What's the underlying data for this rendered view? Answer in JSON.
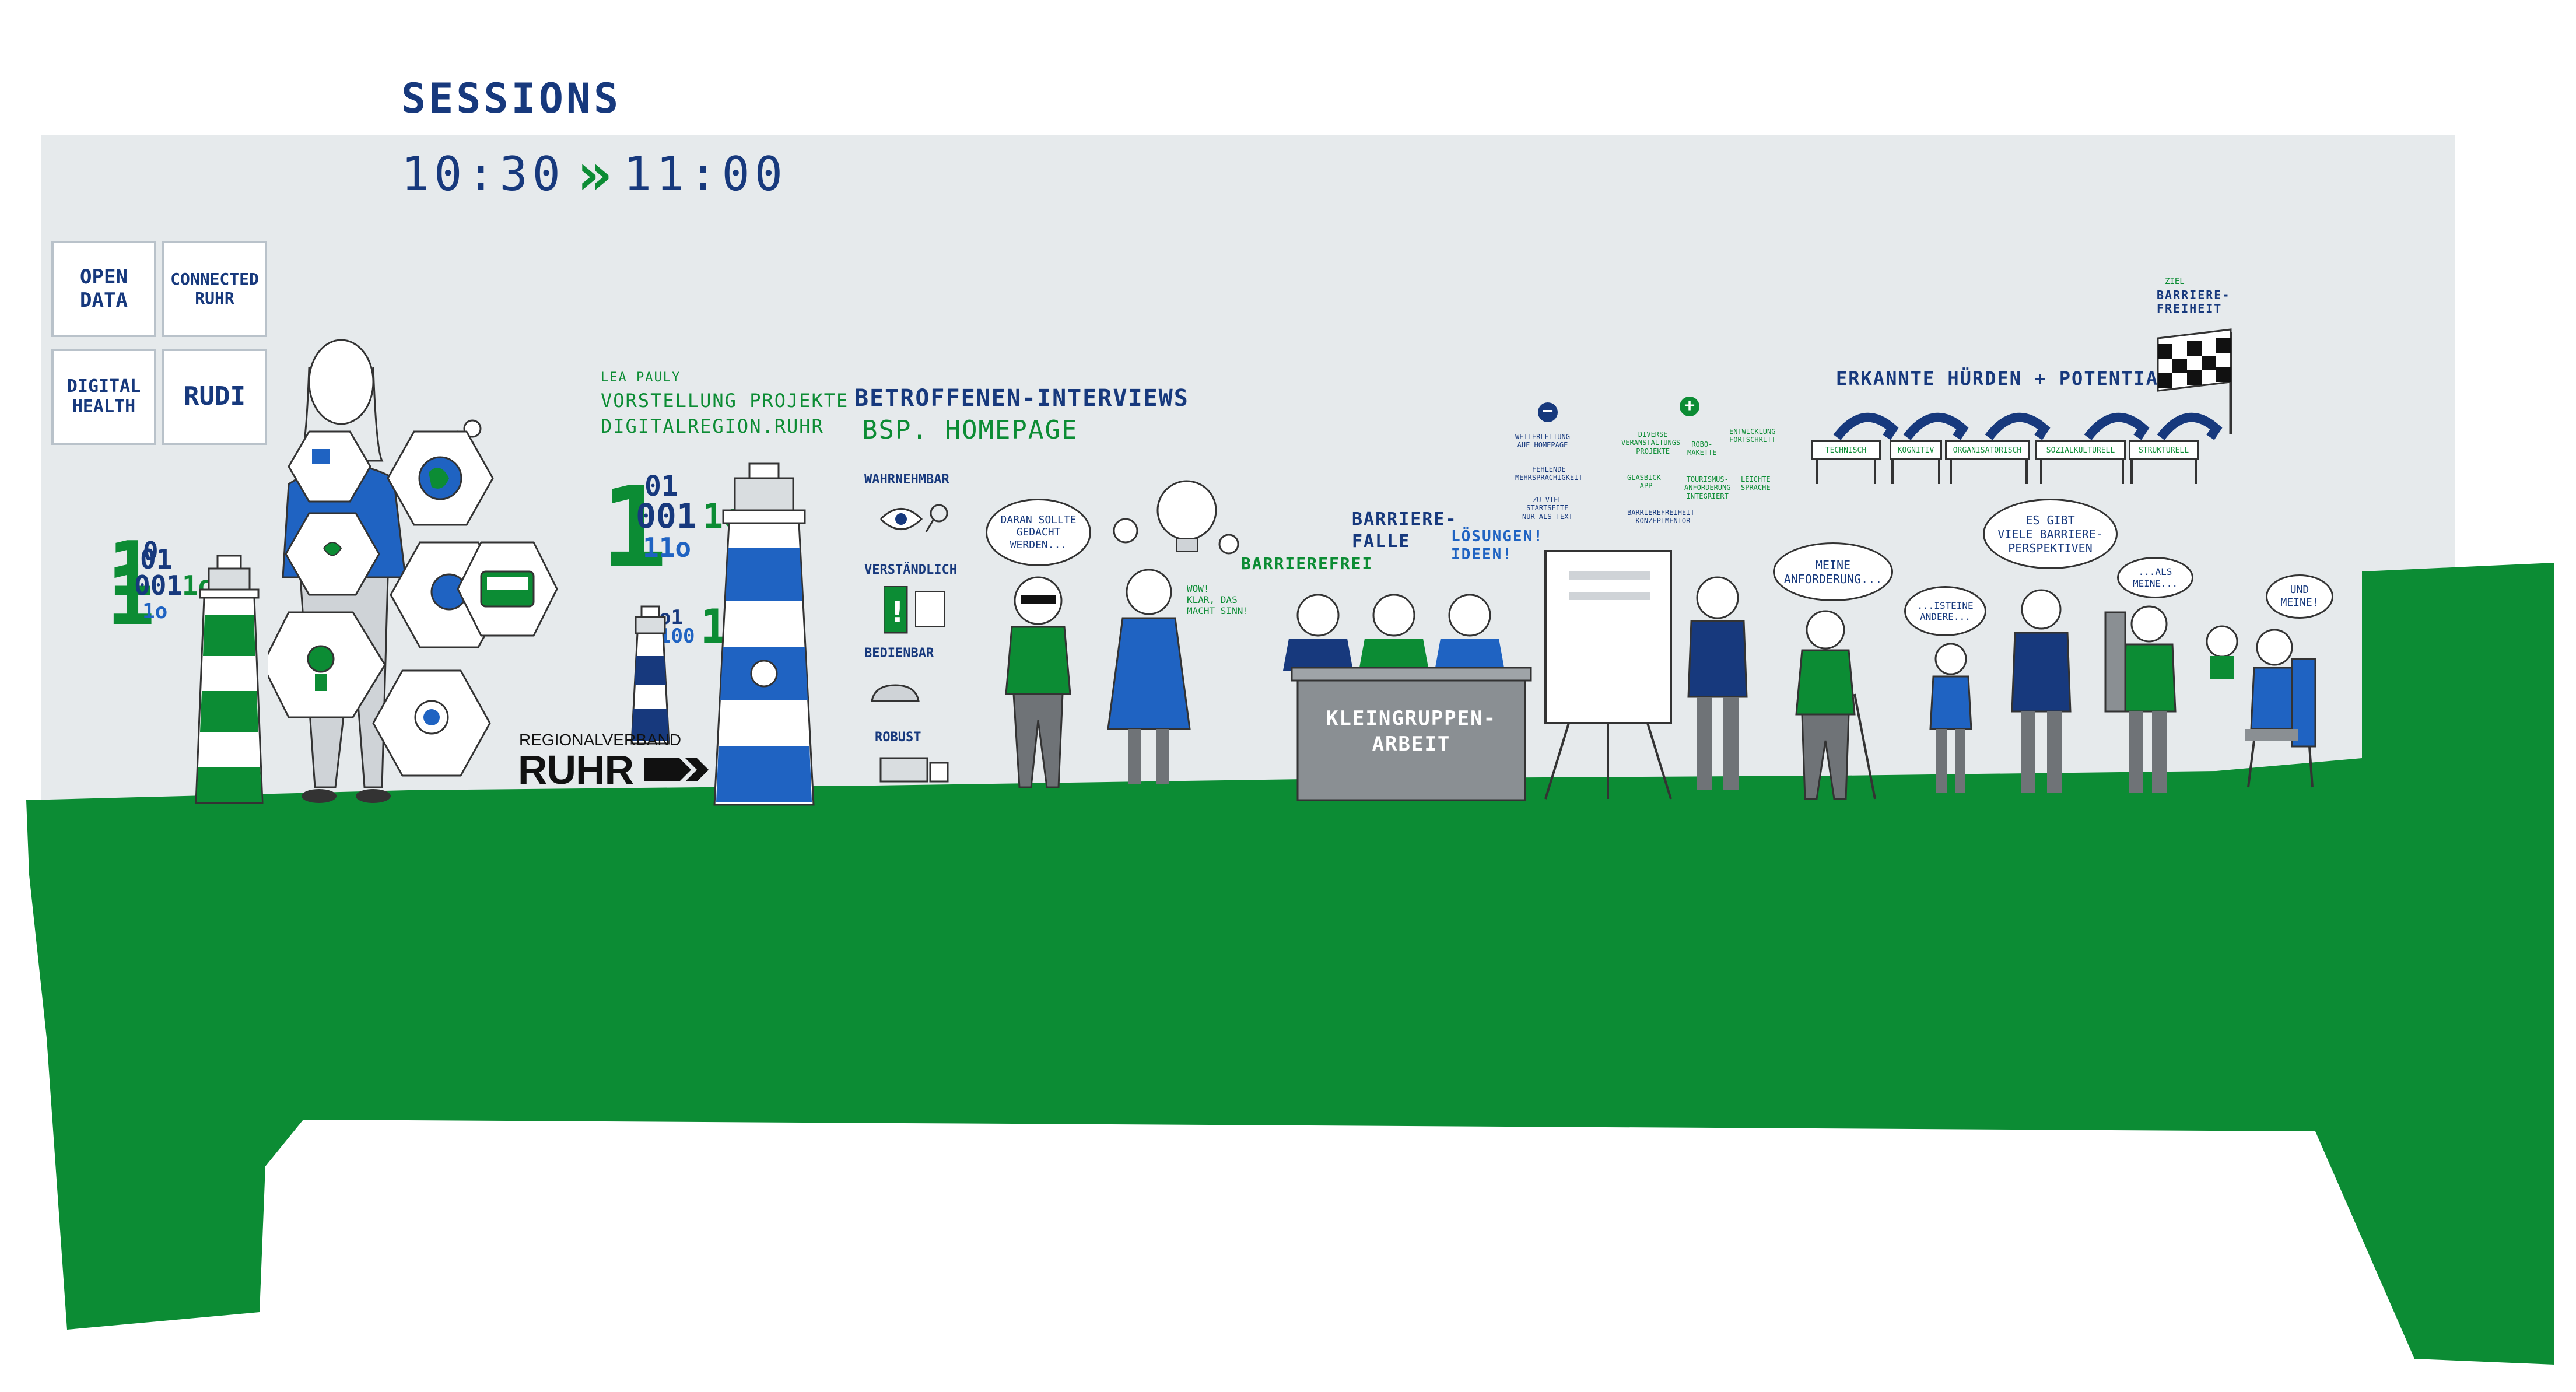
{
  "sessions": {
    "label": "SESSIONS",
    "time_start": "10:30",
    "arrow": "»",
    "time_end": "11:00"
  },
  "tiles": [
    {
      "text": "OPEN\nDATA"
    },
    {
      "text": "CONNECTED\nRUHR"
    },
    {
      "text": "DIGITAL\nHEALTH"
    },
    {
      "text": "RUDI"
    }
  ],
  "binary": {
    "left": [
      "1",
      "0",
      "1",
      "001",
      "1",
      "0",
      "1",
      "0",
      "1",
      "1",
      "0"
    ],
    "middle_rows": [
      "01",
      "0011",
      "1",
      "110",
      "0"
    ],
    "small_rows": [
      "01",
      "100",
      "01",
      "1"
    ]
  },
  "speaker": {
    "name": "LEA PAULY",
    "line1": "VORSTELLUNG PROJEKTE",
    "line2": "DIGITALREGION.RUHR"
  },
  "logo": {
    "top": "REGIONALVERBAND",
    "main": "RUHR"
  },
  "interviews": {
    "title": "BETROFFENEN-INTERVIEWS",
    "subtitle": "BSP. HOMEPAGE"
  },
  "principles": [
    "WAHRNEHMBAR",
    "VERSTÄNDLICH",
    "BEDIENBAR",
    "ROBUST"
  ],
  "bubbles": {
    "daran": "DARAN SOLLTE\nGEDACHT\nWERDEN...",
    "wow": "WOW!\nKLAR, DAS\nMACHT SINN!",
    "barrierefrei": "BARRIEREFREI",
    "meine": "MEINE\nANFORDERUNG...",
    "isteine": "...ISTEINE\nANDERE...",
    "esgibt": "ES GIBT\nVIELE BARRIERE-\nPERSPEKTIVEN",
    "als": "...ALS\nMEINE...",
    "und": "UND\nMEINE!"
  },
  "falle": {
    "barriere": "BARRIERE-\nFALLE",
    "loesungen": "LÖSUNGEN!\nIDEEN!"
  },
  "table": {
    "label": "KLEINGRUPPEN-\nARBEIT"
  },
  "minus": {
    "symbol": "−",
    "items": [
      "WEITERLEITUNG\nAUF HOMEPAGE",
      "FEHLENDE\nMEHRSPRACHIGKEIT",
      "ZU VIEL\nSTARTSEITE\nNUR ALS TEXT"
    ]
  },
  "plus": {
    "symbol": "+",
    "items_a": [
      "DIVERSE\nVERANSTALTUNGS-\nPROJEKTE",
      "GLASBICK-\nAPP",
      "BARRIEREFREIHEIT-\nKONZEPTMENTOR"
    ],
    "items_b": [
      "ROBO-\nMAKETTE",
      "TOURISMUS-\nANFORDERUNG\nINTEGRIERT"
    ],
    "items_c": [
      "ENTWICKLUNG\nFORTSCHRITT",
      "LEICHTE\nSPRACHE"
    ]
  },
  "hurdles": {
    "title": "ERKANNTE HÜRDEN + POTENTIALE",
    "planks": [
      "TECHNISCH",
      "KOGNITIV",
      "ORGANISATORISCH",
      "SOZIALKULTURELL",
      "STRUKTURELL"
    ],
    "goal_small": "ZIEL",
    "goal": "BARRIERE-\nFREIHEIT"
  },
  "colors": {
    "green": "#0c8c34",
    "navy": "#17397d",
    "blue": "#1f63c2",
    "wall": "#e6eaec"
  }
}
